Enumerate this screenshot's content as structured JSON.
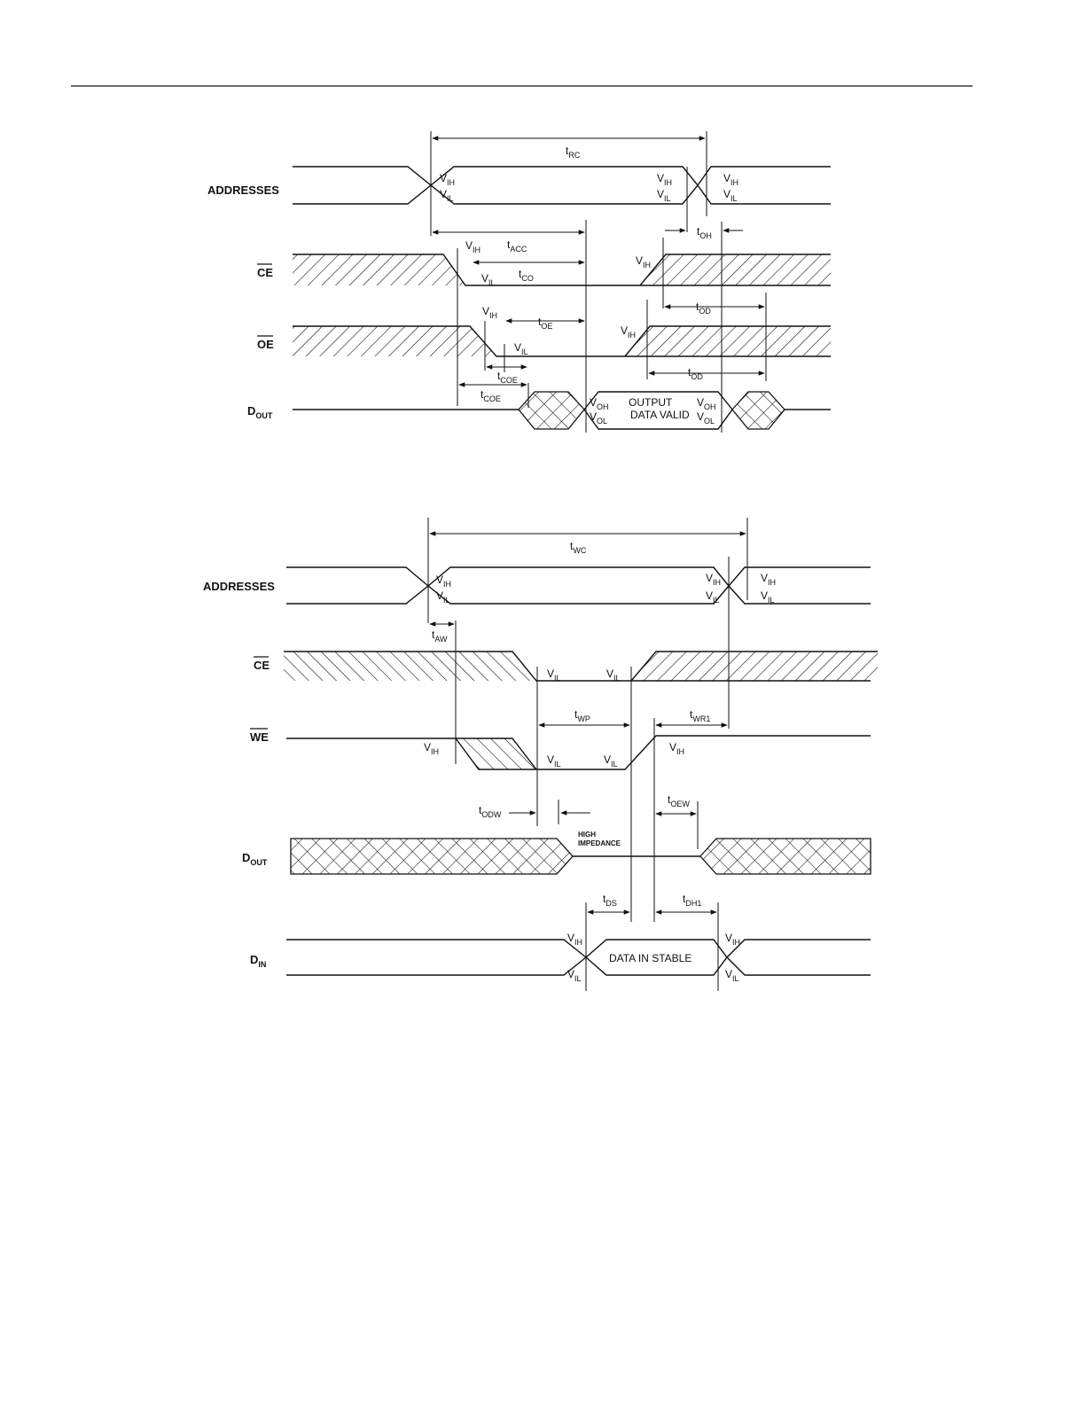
{
  "read_cycle": {
    "signals": {
      "addresses": "ADDRESSES",
      "ce": "CE",
      "oe": "OE",
      "dout_main": "D",
      "dout_sub": "OUT"
    },
    "params": {
      "trc": [
        "t",
        "RC"
      ],
      "tacc": [
        "t",
        "ACC"
      ],
      "tco": [
        "t",
        "CO"
      ],
      "toe": [
        "t",
        "OE"
      ],
      "tcoe": [
        "t",
        "COE"
      ],
      "toh": [
        "t",
        "OH"
      ],
      "tod": [
        "t",
        "OD"
      ]
    },
    "levels": {
      "vih": [
        "V",
        "IH"
      ],
      "vil": [
        "V",
        "IL"
      ],
      "voh": [
        "V",
        "OH"
      ],
      "vol": [
        "V",
        "OL"
      ]
    },
    "output_line1": "OUTPUT",
    "output_line2": "DATA VALID"
  },
  "write_cycle": {
    "signals": {
      "addresses": "ADDRESSES",
      "ce": "CE",
      "we": "WE",
      "dout_main": "D",
      "dout_sub": "OUT",
      "din_main": "D",
      "din_sub": "IN"
    },
    "params": {
      "twc": [
        "t",
        "WC"
      ],
      "taw": [
        "t",
        "AW"
      ],
      "twp": [
        "t",
        "WP"
      ],
      "twr1": [
        "t",
        "WR1"
      ],
      "todw": [
        "t",
        "ODW"
      ],
      "toew": [
        "t",
        "OEW"
      ],
      "tds": [
        "t",
        "DS"
      ],
      "tdh1": [
        "t",
        "DH1"
      ]
    },
    "high_impedance_line1": "HIGH",
    "high_impedance_line2": "IMPEDANCE",
    "data_in_stable": "DATA IN STABLE"
  }
}
